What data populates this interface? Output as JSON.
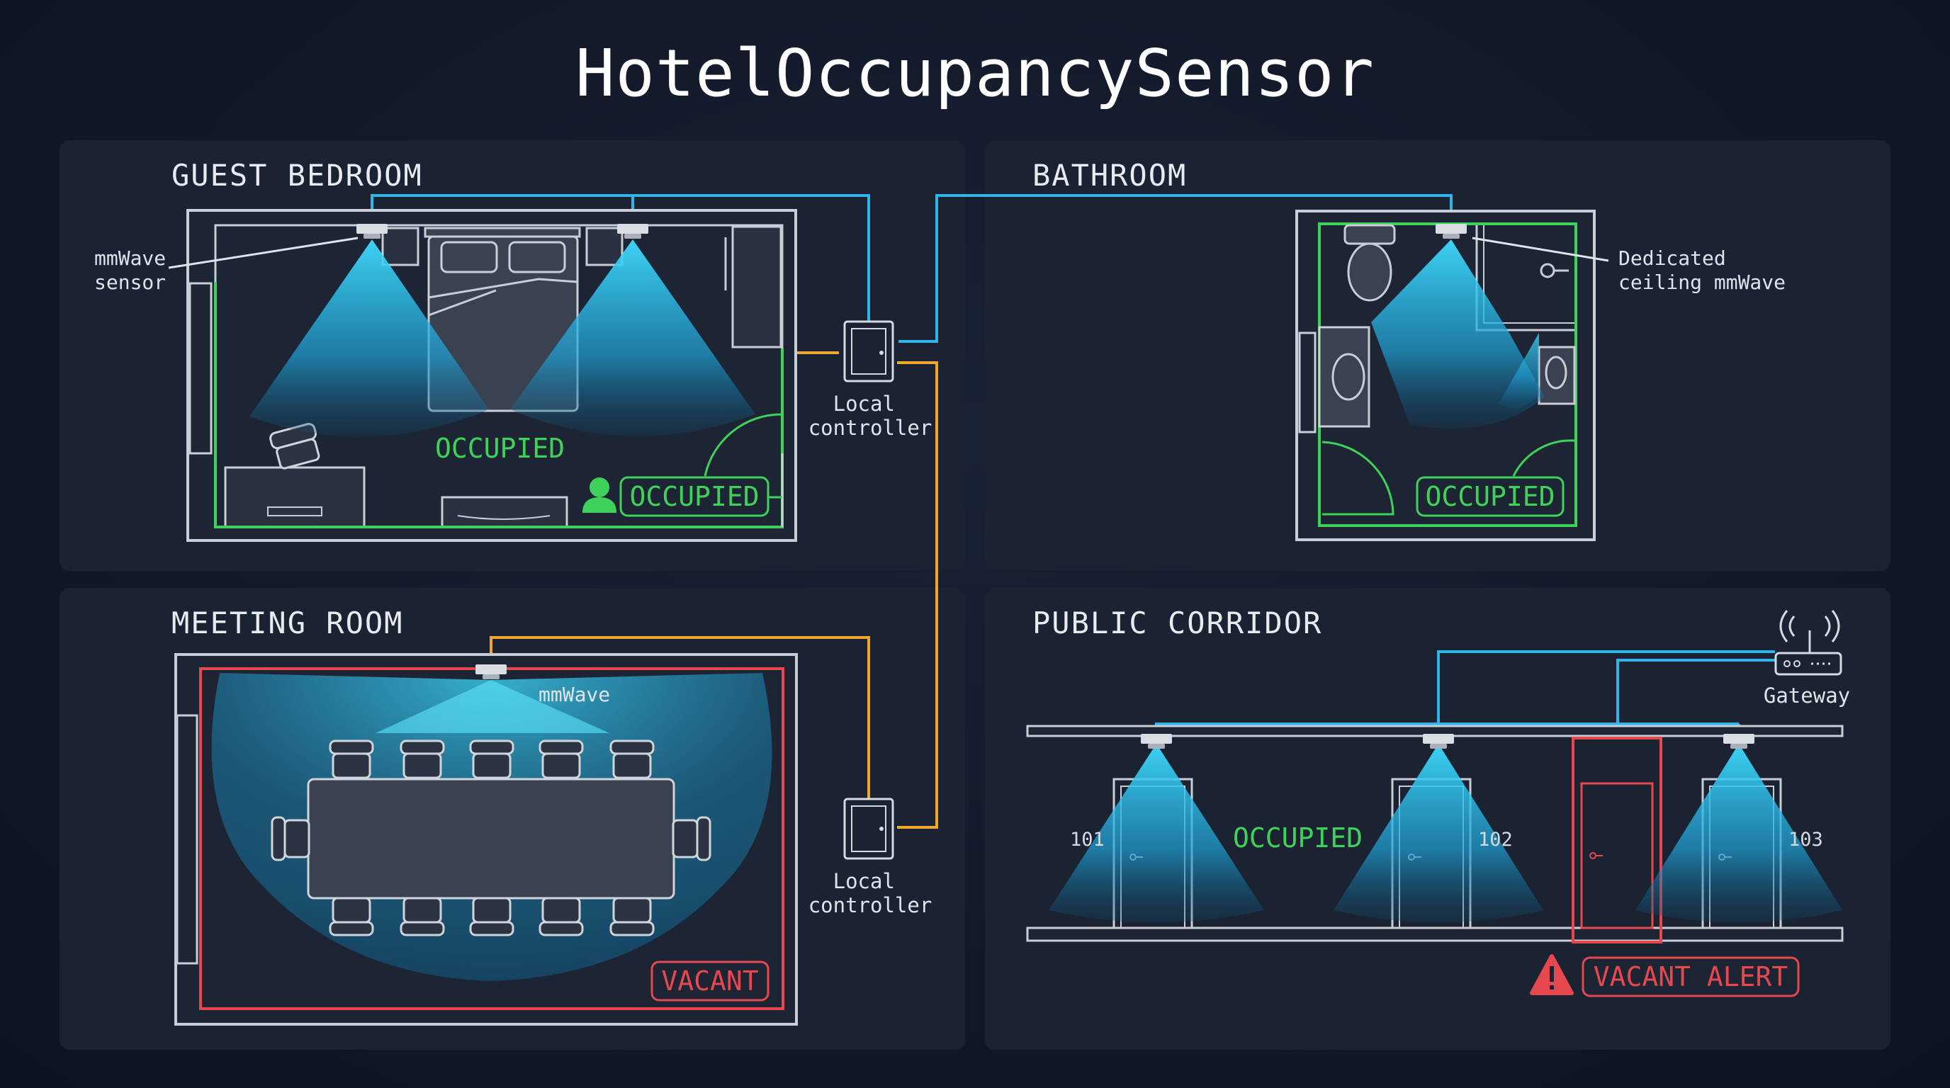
{
  "title": "HotelOccupancySensor",
  "colors": {
    "background": "#121827",
    "panel": "#1b2232",
    "wire_blue": "#2eb6ec",
    "wire_orange": "#f0a730",
    "occupied": "#3fd25b",
    "vacant": "#e6484f",
    "sensor_cone": "#29c8f0",
    "wall": "#c9ced6"
  },
  "panels": {
    "guest_bedroom": {
      "heading": "GUEST BEDROOM",
      "sensor_label": "mmWave\nsensor",
      "room_status": "OCCUPIED",
      "badge": "OCCUPIED",
      "controller_label": "Local\ncontroller"
    },
    "bathroom": {
      "heading": "BATHROOM",
      "sensor_label": "Dedicated\nceiling mmWave",
      "badge": "OCCUPIED"
    },
    "meeting_room": {
      "heading": "MEETING ROOM",
      "sensor_label": "mmWave",
      "badge": "VACANT",
      "controller_label": "Local\ncontroller"
    },
    "public_corridor": {
      "heading": "PUBLIC CORRIDOR",
      "gateway_label": "Gateway",
      "status": "OCCUPIED",
      "rooms": [
        "101",
        "102",
        "103"
      ],
      "alert": "VACANT ALERT"
    }
  },
  "icons": [
    "mmwave-sensor-icon",
    "person-icon",
    "door-icon",
    "gateway-icon",
    "warning-icon",
    "toilet-icon",
    "sink-icon",
    "bed-icon",
    "chair-icon",
    "table-icon"
  ]
}
